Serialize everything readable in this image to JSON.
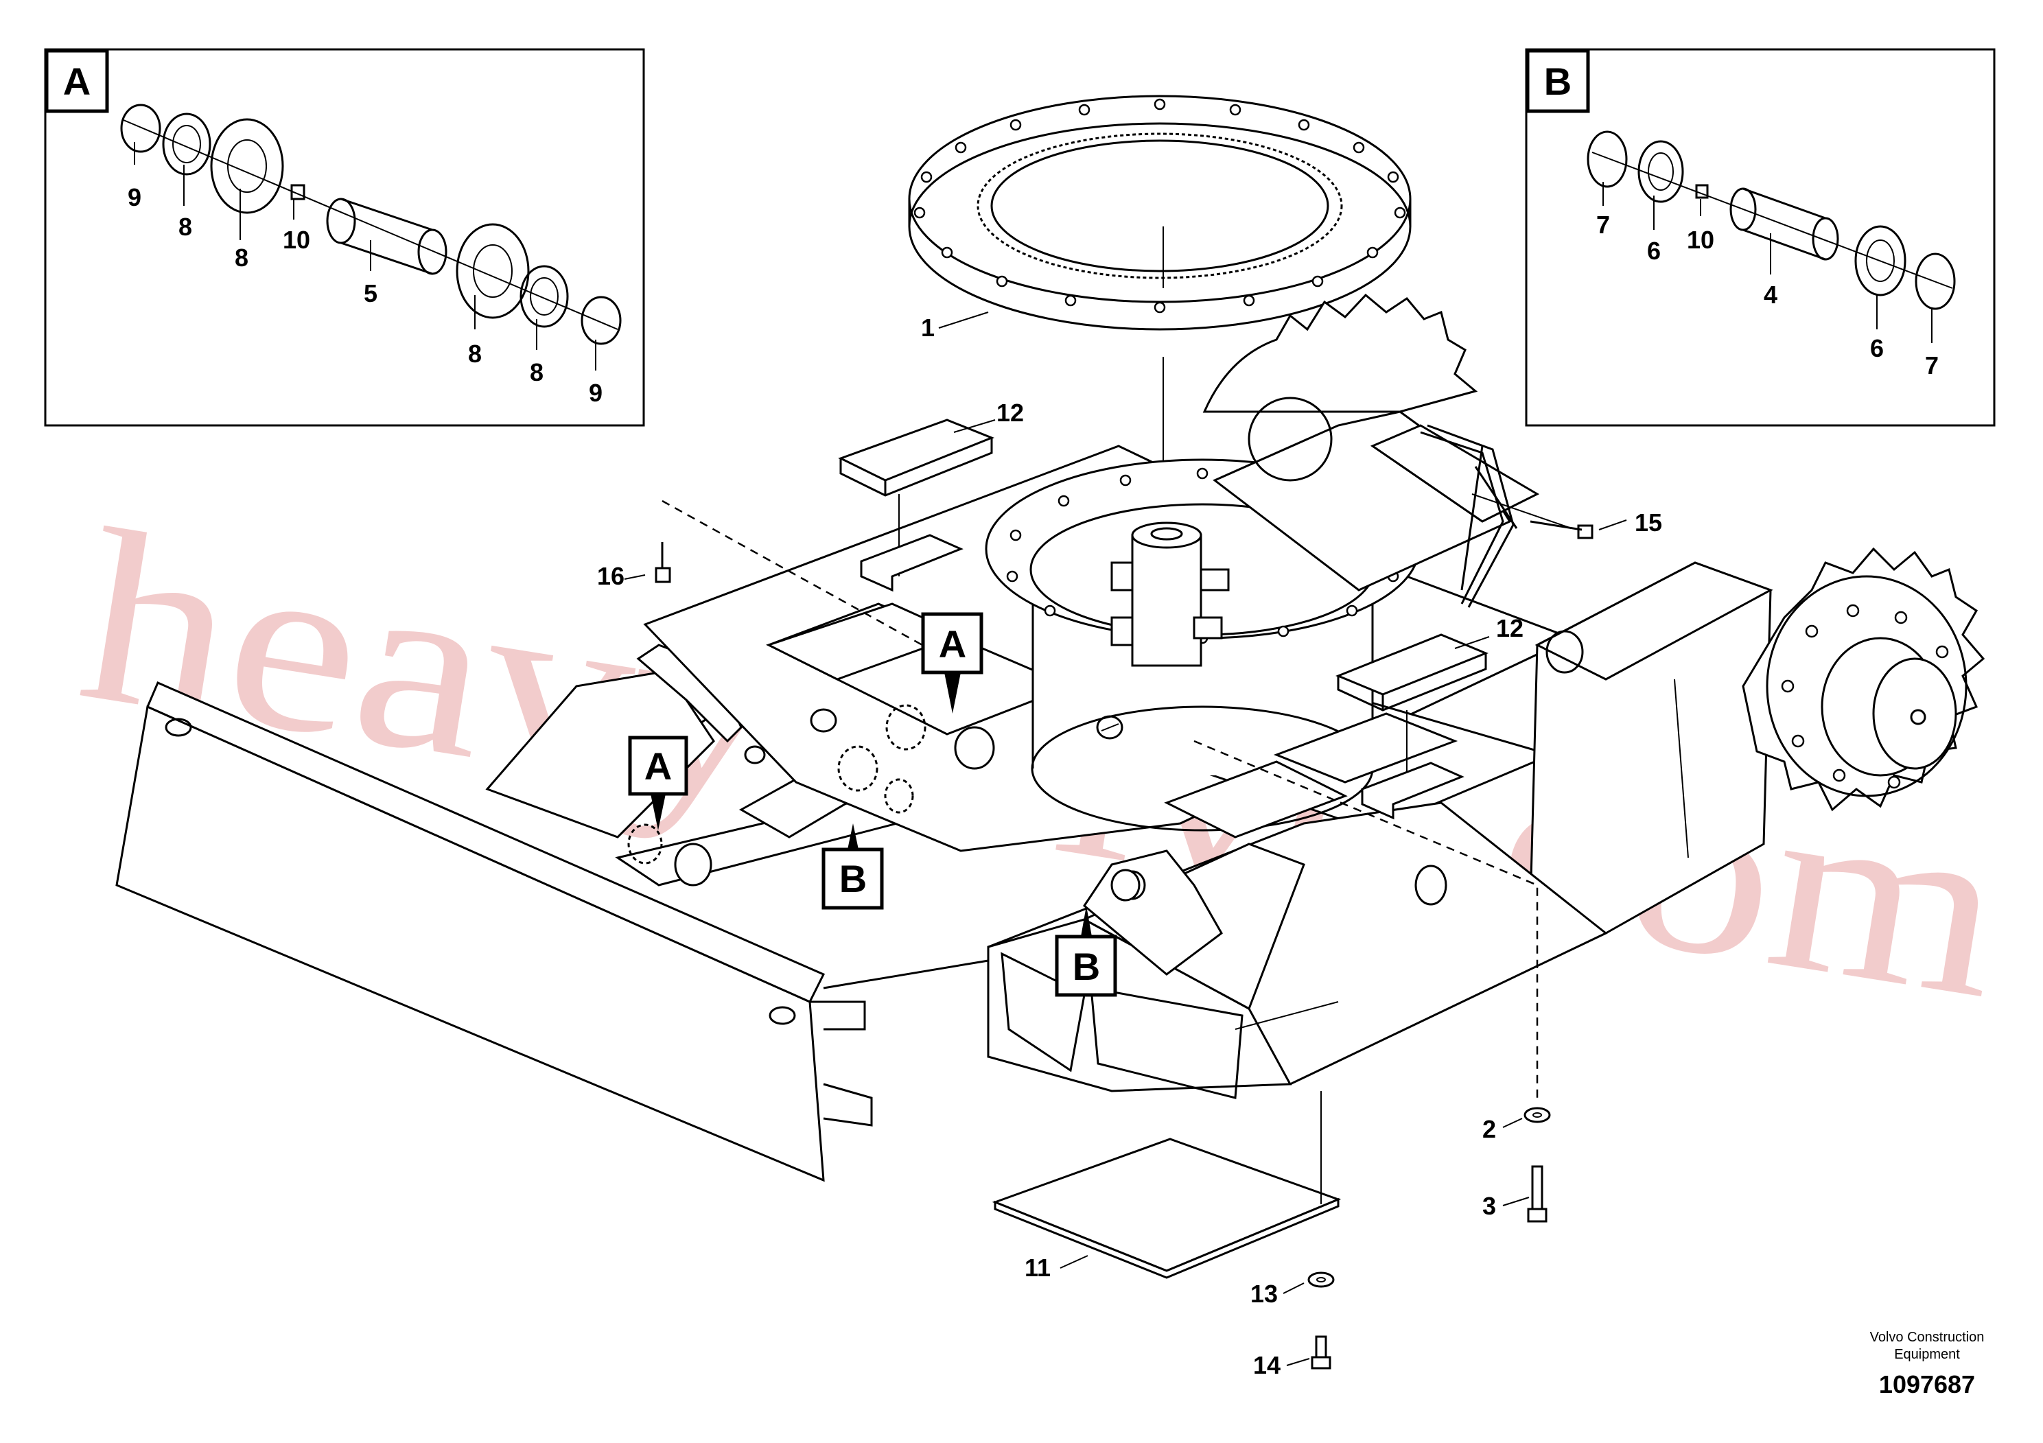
{
  "inset_a": {
    "tag": "A",
    "callouts": [
      "9",
      "8",
      "8",
      "10",
      "5",
      "8",
      "8",
      "9"
    ]
  },
  "inset_b": {
    "tag": "B",
    "callouts": [
      "7",
      "6",
      "10",
      "4",
      "6",
      "7"
    ]
  },
  "main_callouts": {
    "slewing_ring": "1",
    "washer": "2",
    "screw": "3",
    "cover_plate": "11",
    "wear_plate_top": "12",
    "wear_plate_right": "12",
    "washer_lower": "13",
    "screw_lower": "14",
    "bolt_right": "15",
    "bolt_left": "16"
  },
  "view_tags": [
    "A",
    "A",
    "B",
    "B"
  ],
  "watermark": "heavyvolvo.com",
  "footer": {
    "company_line1": "Volvo Construction",
    "company_line2": "Equipment",
    "drawing_number": "1097687"
  },
  "colors": {
    "line": "#000000",
    "watermark": "#e9a3a3",
    "background": "#ffffff"
  }
}
